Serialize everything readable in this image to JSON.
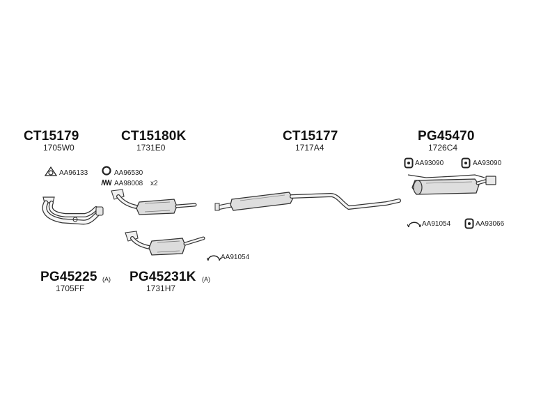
{
  "groups": {
    "ct15179": {
      "code": "CT15179",
      "ref": "1705W0"
    },
    "ct15180k": {
      "code": "CT15180K",
      "ref": "1731E0"
    },
    "ct15177": {
      "code": "CT15177",
      "ref": "1717A4"
    },
    "pg45470": {
      "code": "PG45470",
      "ref": "1726C4"
    },
    "pg45225": {
      "code": "PG45225",
      "suffix": "(A)",
      "ref": "1705FF"
    },
    "pg45231k": {
      "code": "PG45231K",
      "suffix": "(A)",
      "ref": "1731H7"
    }
  },
  "hardware": {
    "aa96133": "AA96133",
    "aa96530": "AA96530",
    "aa98008": "AA98008",
    "aa98008_qty": "x2",
    "aa91054_center": "AA91054",
    "aa93090_left": "AA93090",
    "aa93090_right": "AA93090",
    "aa91054_right": "AA91054",
    "aa93066": "AA93066"
  }
}
